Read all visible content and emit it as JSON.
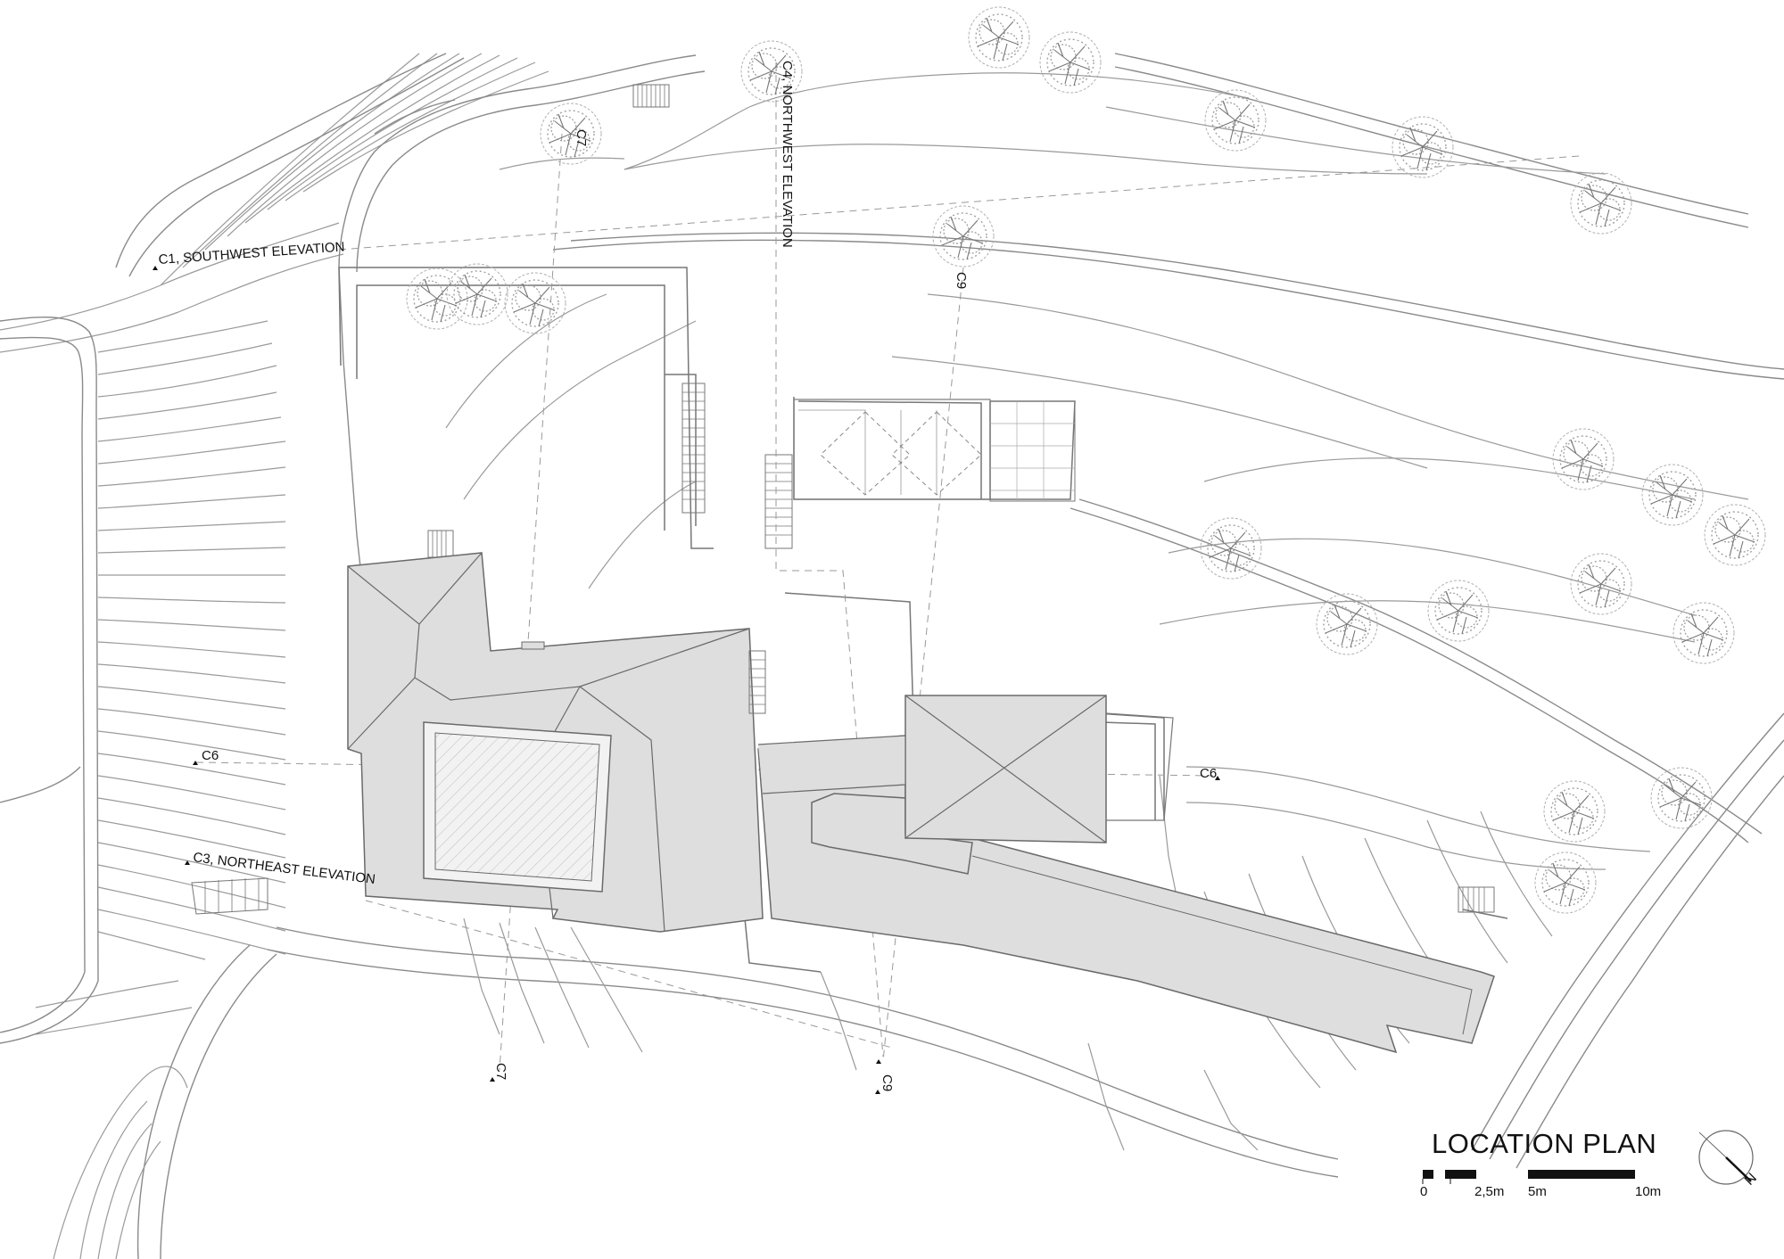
{
  "drawing": {
    "title": "LOCATION PLAN",
    "north_label": "N"
  },
  "labels": {
    "c1": "C1, SOUTHWEST ELEVATION",
    "c4": "C4, NORTHWEST ELEVATION",
    "c3": "C3, NORTHEAST ELEVATION",
    "c7_top": "C7",
    "c7_bottom": "C7",
    "c9_top": "C9",
    "c9_bottom": "C9",
    "c6_left": "C6",
    "c6_right": "C6"
  },
  "scale_bar": {
    "ticks": [
      "0",
      "2,5m",
      "5m",
      "10m"
    ]
  },
  "colors": {
    "roof_fill": "#dedede",
    "line": "#8a8a8a",
    "text": "#111111"
  },
  "icons": {
    "north_arrow": "north-arrow-icon",
    "tree": "tree-icon"
  }
}
